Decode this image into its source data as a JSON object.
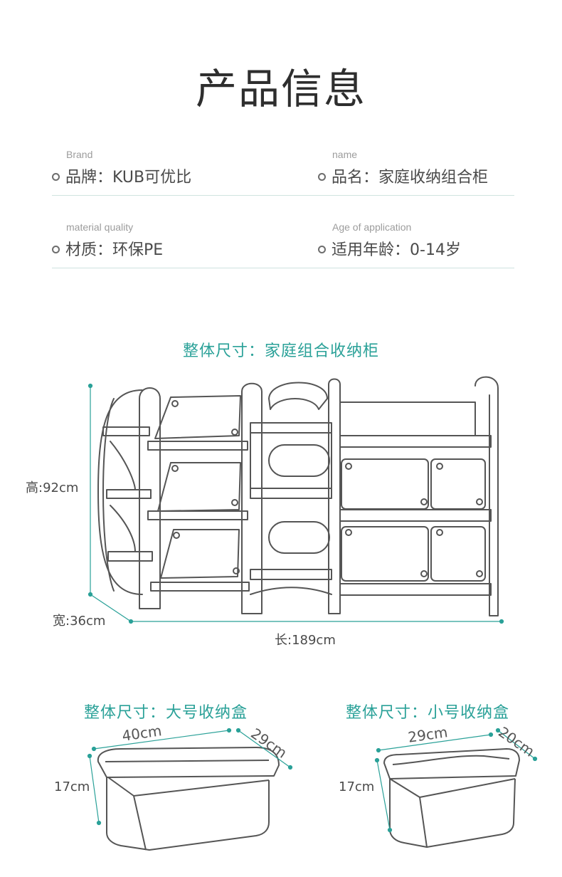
{
  "page_title": "产品信息",
  "info": [
    {
      "en": "Brand",
      "label": "品牌",
      "value": "KUB可优比"
    },
    {
      "en": "name",
      "label": "品名",
      "value": "家庭收纳组合柜"
    },
    {
      "en": "material quality",
      "label": "材质",
      "value": "环保PE"
    },
    {
      "en": "Age of application",
      "label": "适用年龄",
      "value": "0-14岁"
    }
  ],
  "cabinet": {
    "title": "整体尺寸：家庭组合收纳柜",
    "height": "高:92cm",
    "width": "宽:36cm",
    "length": "长:189cm"
  },
  "large_box": {
    "title": "整体尺寸：大号收纳盒",
    "length": "40cm",
    "width": "29cm",
    "height": "17cm"
  },
  "small_box": {
    "title": "整体尺寸：小号收纳盒",
    "length": "29cm",
    "width": "20cm",
    "height": "17cm"
  },
  "colors": {
    "accent": "#2aa198",
    "divider": "#cfe3df",
    "line": "#555555"
  }
}
